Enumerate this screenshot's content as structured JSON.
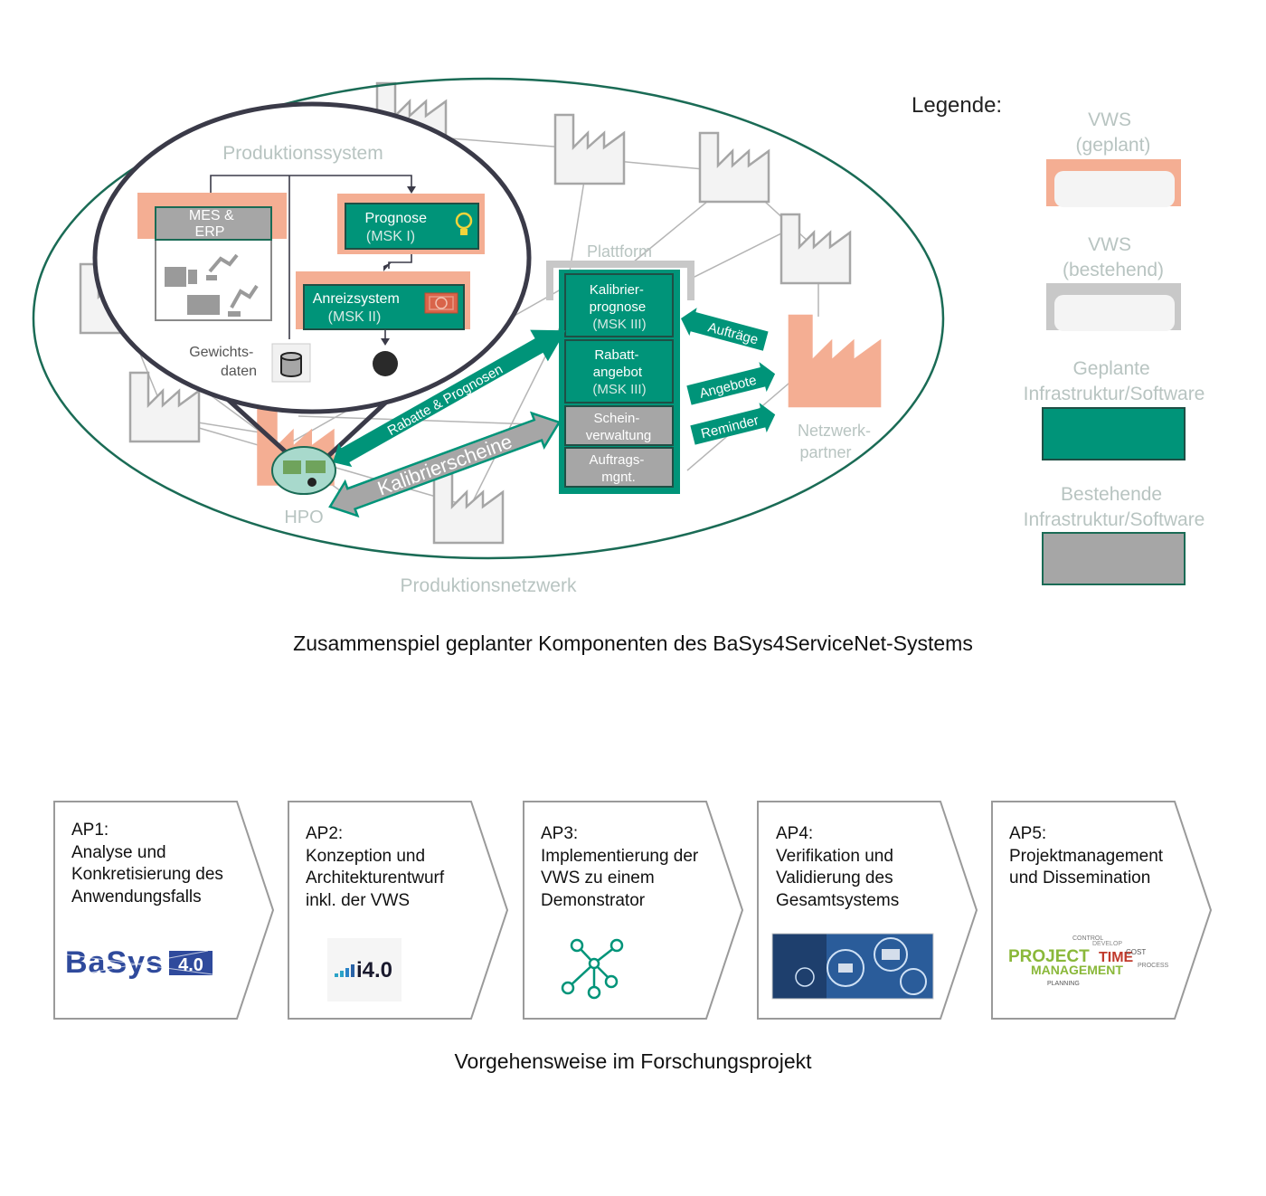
{
  "diagram": {
    "produktionssystem": "Produktionssystem",
    "produktionsnetzwerk": "Produktionsnetzwerk",
    "plattform": "Plattform",
    "hpo": "HPO",
    "netzwerkpartner": [
      "Netzwerk-",
      "partner"
    ],
    "mes_erp": [
      "MES &",
      "ERP"
    ],
    "prognose": [
      "Prognose",
      "(MSK I)"
    ],
    "anreizsystem": [
      "Anreizsystem",
      "(MSK II)"
    ],
    "gewichtsdaten": [
      "Gewichts-",
      "daten"
    ],
    "kalibrierprognose": [
      "Kalibrier-",
      "prognose",
      "(MSK III)"
    ],
    "rabattangebot": [
      "Rabatt-",
      "angebot",
      "(MSK III)"
    ],
    "scheinverwaltung": [
      "Schein-",
      "verwaltung"
    ],
    "auftragsmgnt": [
      "Auftrags-",
      "mgnt."
    ],
    "arrow_rabatte": "Rabatte & Prognosen",
    "arrow_kalibrierscheine": "Kalibrierscheine",
    "arrow_auftraege": "Aufträge",
    "arrow_angebote": "Angebote",
    "arrow_reminder": "Reminder"
  },
  "legend": {
    "title": "Legende:",
    "items": [
      {
        "label": [
          "VWS",
          "(geplant)"
        ],
        "kind": "vws-planned"
      },
      {
        "label": [
          "VWS",
          "(bestehend)"
        ],
        "kind": "vws-existing"
      },
      {
        "label": [
          "Geplante",
          "Infrastruktur/Software"
        ],
        "kind": "infra-planned"
      },
      {
        "label": [
          "Bestehende",
          "Infrastruktur/Software"
        ],
        "kind": "infra-existing"
      }
    ]
  },
  "captions": {
    "top": "Zusammenspiel geplanter Komponenten des BaSys4ServiceNet-Systems",
    "bottom": "Vorgehensweise im Forschungsprojekt"
  },
  "steps": [
    {
      "id": "AP1:",
      "lines": [
        "Analyse und",
        "Konkretisierung des",
        "Anwendungsfalls"
      ],
      "logo": "BaSys 4.0"
    },
    {
      "id": "AP2:",
      "lines": [
        "Konzeption und",
        "Architekturentwurf",
        "inkl. der VWS"
      ],
      "logo": "i4.0"
    },
    {
      "id": "AP3:",
      "lines": [
        "Implementierung der",
        "VWS zu einem",
        "Demonstrator"
      ],
      "logo": "network-icon"
    },
    {
      "id": "AP4:",
      "lines": [
        "Verifikation und",
        "Validierung des",
        "Gesamtsystems"
      ],
      "logo": "tech-image"
    },
    {
      "id": "AP5:",
      "lines": [
        "Projektmanagement",
        "und Dissemination"
      ],
      "logo": "PROJECT MANAGEMENT"
    }
  ],
  "colors": {
    "teal": "#009479",
    "teal_dark": "#0a6e5c",
    "salmon": "#f4ae93",
    "salmon_dark": "#f08a61",
    "gray": "#a6a6a6",
    "light_gray": "#c8c8c8",
    "ellipse": "#1a6b55"
  }
}
